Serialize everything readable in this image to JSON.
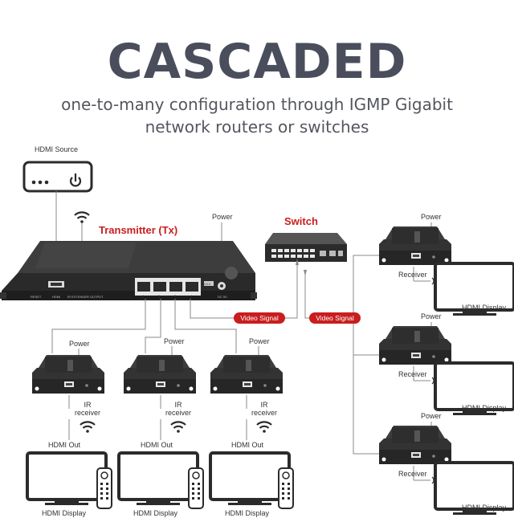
{
  "title": "CASCADED",
  "subtitle": {
    "line1": "one-to-many configuration through IGMP Gigabit",
    "line2": "network routers or switches"
  },
  "labels": {
    "hdmi_source": "HDMI Source",
    "transmitter": "Transmitter (Tx)",
    "switch": "Switch",
    "power": "Power",
    "receiver": "Receiver",
    "hdmi_display": "HDMI Display",
    "hdmi_out": "HDMI Out",
    "ir_line1": "IR",
    "ir_line2": "receiver",
    "video_signal": "Video Signal",
    "tx_version": "V4.0",
    "tx_port_numbers": [
      "1",
      "2",
      "3",
      "4"
    ],
    "tx_panel": [
      "RESET",
      "HDMI",
      "IR EXTENDER OUTPUT",
      "DC 5V"
    ]
  },
  "colors": {
    "title": "#4a4e5c",
    "accent_red": "#c81e1e",
    "device_body": "#2b2b2b",
    "lines": "#888888"
  }
}
